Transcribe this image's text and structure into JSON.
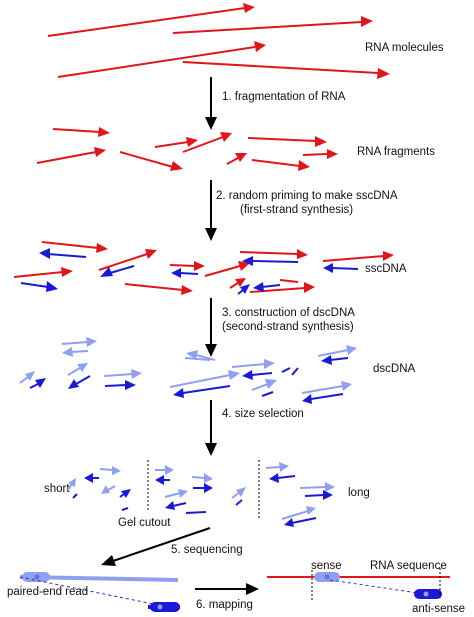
{
  "labels": {
    "rna_molecules": "RNA molecules",
    "rna_fragments": "RNA fragments",
    "sscdna": "sscDNA",
    "dscdna": "dscDNA",
    "short": "short",
    "long": "long",
    "gel_cutout": "Gel cutout",
    "paired_end_read": "paired-end read",
    "sense": "sense",
    "rna_sequence": "RNA sequence",
    "anti_sense": "anti-sense"
  },
  "steps": {
    "s1": "1. fragmentation of RNA",
    "s2a": "2. random priming to make sscDNA",
    "s2b": "(first-strand synthesis)",
    "s3a": "3. construction of dscDNA",
    "s3b": "(second-strand synthesis)",
    "s4": "4. size selection",
    "s5": "5. sequencing",
    "s6": "6. mapping"
  },
  "colors": {
    "rna": "#e0161b",
    "dna_dark": "#1a1ad6",
    "dna_light": "#8fa0ef",
    "process_arrow": "#000000"
  }
}
